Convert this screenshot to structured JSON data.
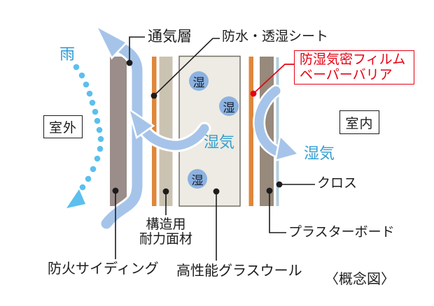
{
  "caption": "〈概念図〉",
  "environment": {
    "rain": "雨",
    "outdoor": "室外",
    "indoor": "室内"
  },
  "moisture": {
    "char": "湿",
    "label": "湿気"
  },
  "labels": {
    "ventilation_layer": "通気層",
    "waterproof_breathable_sheet": "防水・透湿シート",
    "vapor_barrier_line1": "防湿気密フィルム",
    "vapor_barrier_line2": "ベーパーバリア",
    "cloth": "クロス",
    "plasterboard": "プラスターボード",
    "structural_panel_line1": "構造用",
    "structural_panel_line2": "耐力面材",
    "fireproof_siding": "防火サイディング",
    "high_performance_glass_wool": "高性能グラスウール"
  },
  "colors": {
    "accent_red": "#e60012",
    "arrow_blue": "#a6c4e9",
    "rain_blue": "#5cbfee",
    "moisture_text_blue": "#35a0d2",
    "moisture_circle_blue": "#8cb2e1",
    "sheet_orange": "#df873b",
    "siding_gray": "#9b8d8a",
    "panel_tan": "#cbc3b1",
    "glass_wool_bg": "#edebe3",
    "plasterboard_brown": "#97897b",
    "cloth_blue": "#b3cede"
  }
}
